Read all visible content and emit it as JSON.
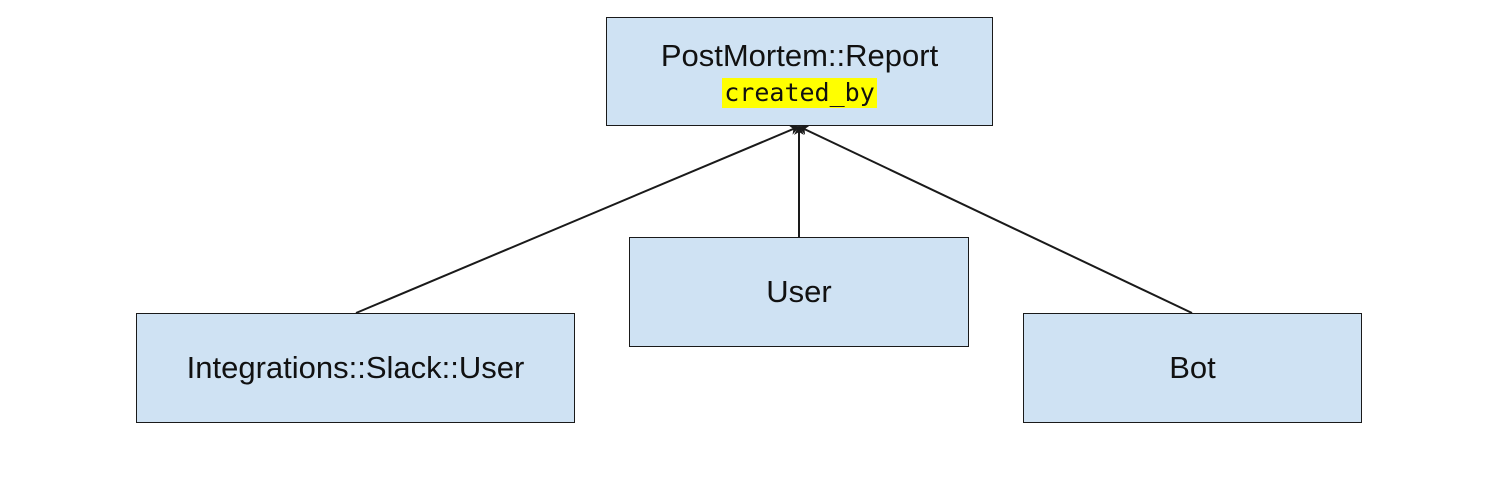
{
  "diagram": {
    "target": {
      "name": "PostMortem::Report",
      "field": "created_by"
    },
    "sources": [
      {
        "id": "slack",
        "label": "Integrations::Slack::User"
      },
      {
        "id": "user",
        "label": "User"
      },
      {
        "id": "bot",
        "label": "Bot"
      }
    ],
    "colors": {
      "box_fill": "#cfe2f3",
      "box_border": "#1a1a1a",
      "highlight": "#ffff00",
      "line": "#1a1a1a"
    }
  }
}
